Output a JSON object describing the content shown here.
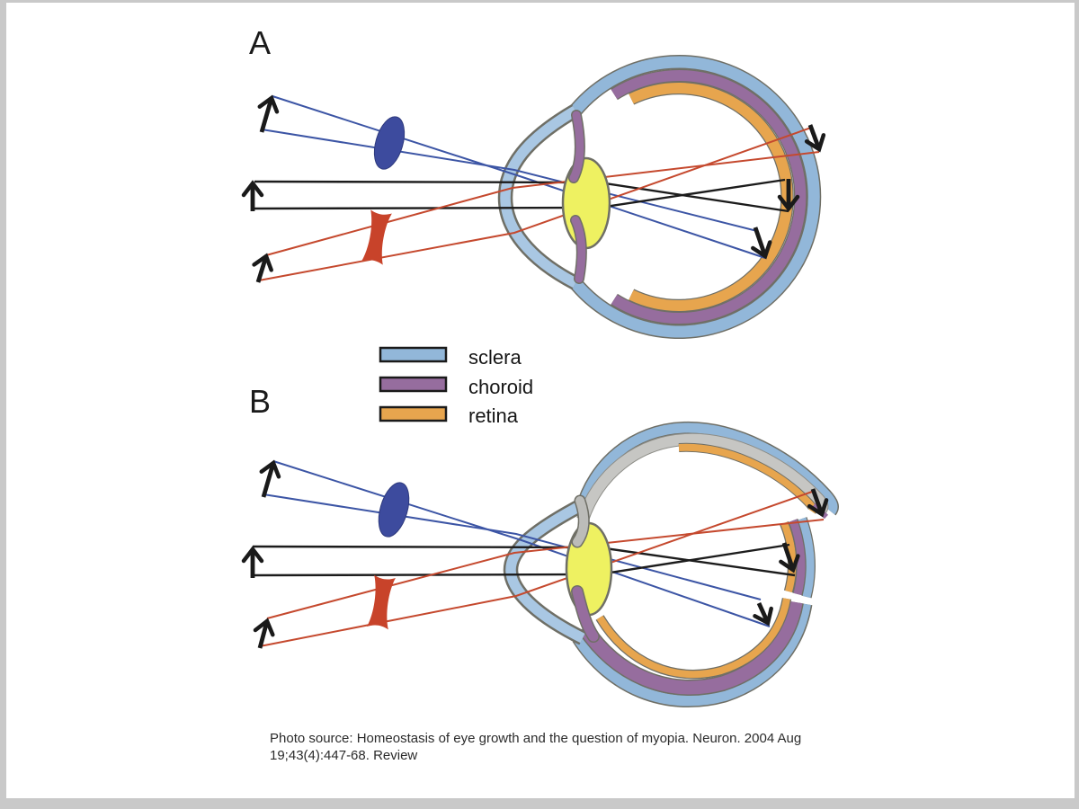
{
  "figure": {
    "panels": [
      {
        "label": "A"
      },
      {
        "label": "B"
      }
    ],
    "legend": {
      "items": [
        {
          "label": "sclera",
          "color": "#92b7d9"
        },
        {
          "label": "choroid",
          "color": "#966d9e"
        },
        {
          "label": "retina",
          "color": "#e7a54e"
        }
      ]
    },
    "colors": {
      "outline": "#6f6f66",
      "thin_edge": "#a0a099",
      "cornea": "#a9c7e3",
      "lens_yellow": "#eef161",
      "gray_band": "#c6c6c3",
      "iris_gray": "#bcbcb9",
      "ray_blue": "#3c55a5",
      "ray_red": "#c5492e",
      "ray_black": "#1c1c1c",
      "convex_lens": "#3d4b9e",
      "concave_lens": "#c8432a",
      "arrow": "#1a1a1a"
    },
    "caption": {
      "line1": "Photo source: Homeostasis of eye growth and the question of myopia. Neuron. 2004 Aug",
      "line2": "19;43(4):447-68. Review"
    }
  }
}
